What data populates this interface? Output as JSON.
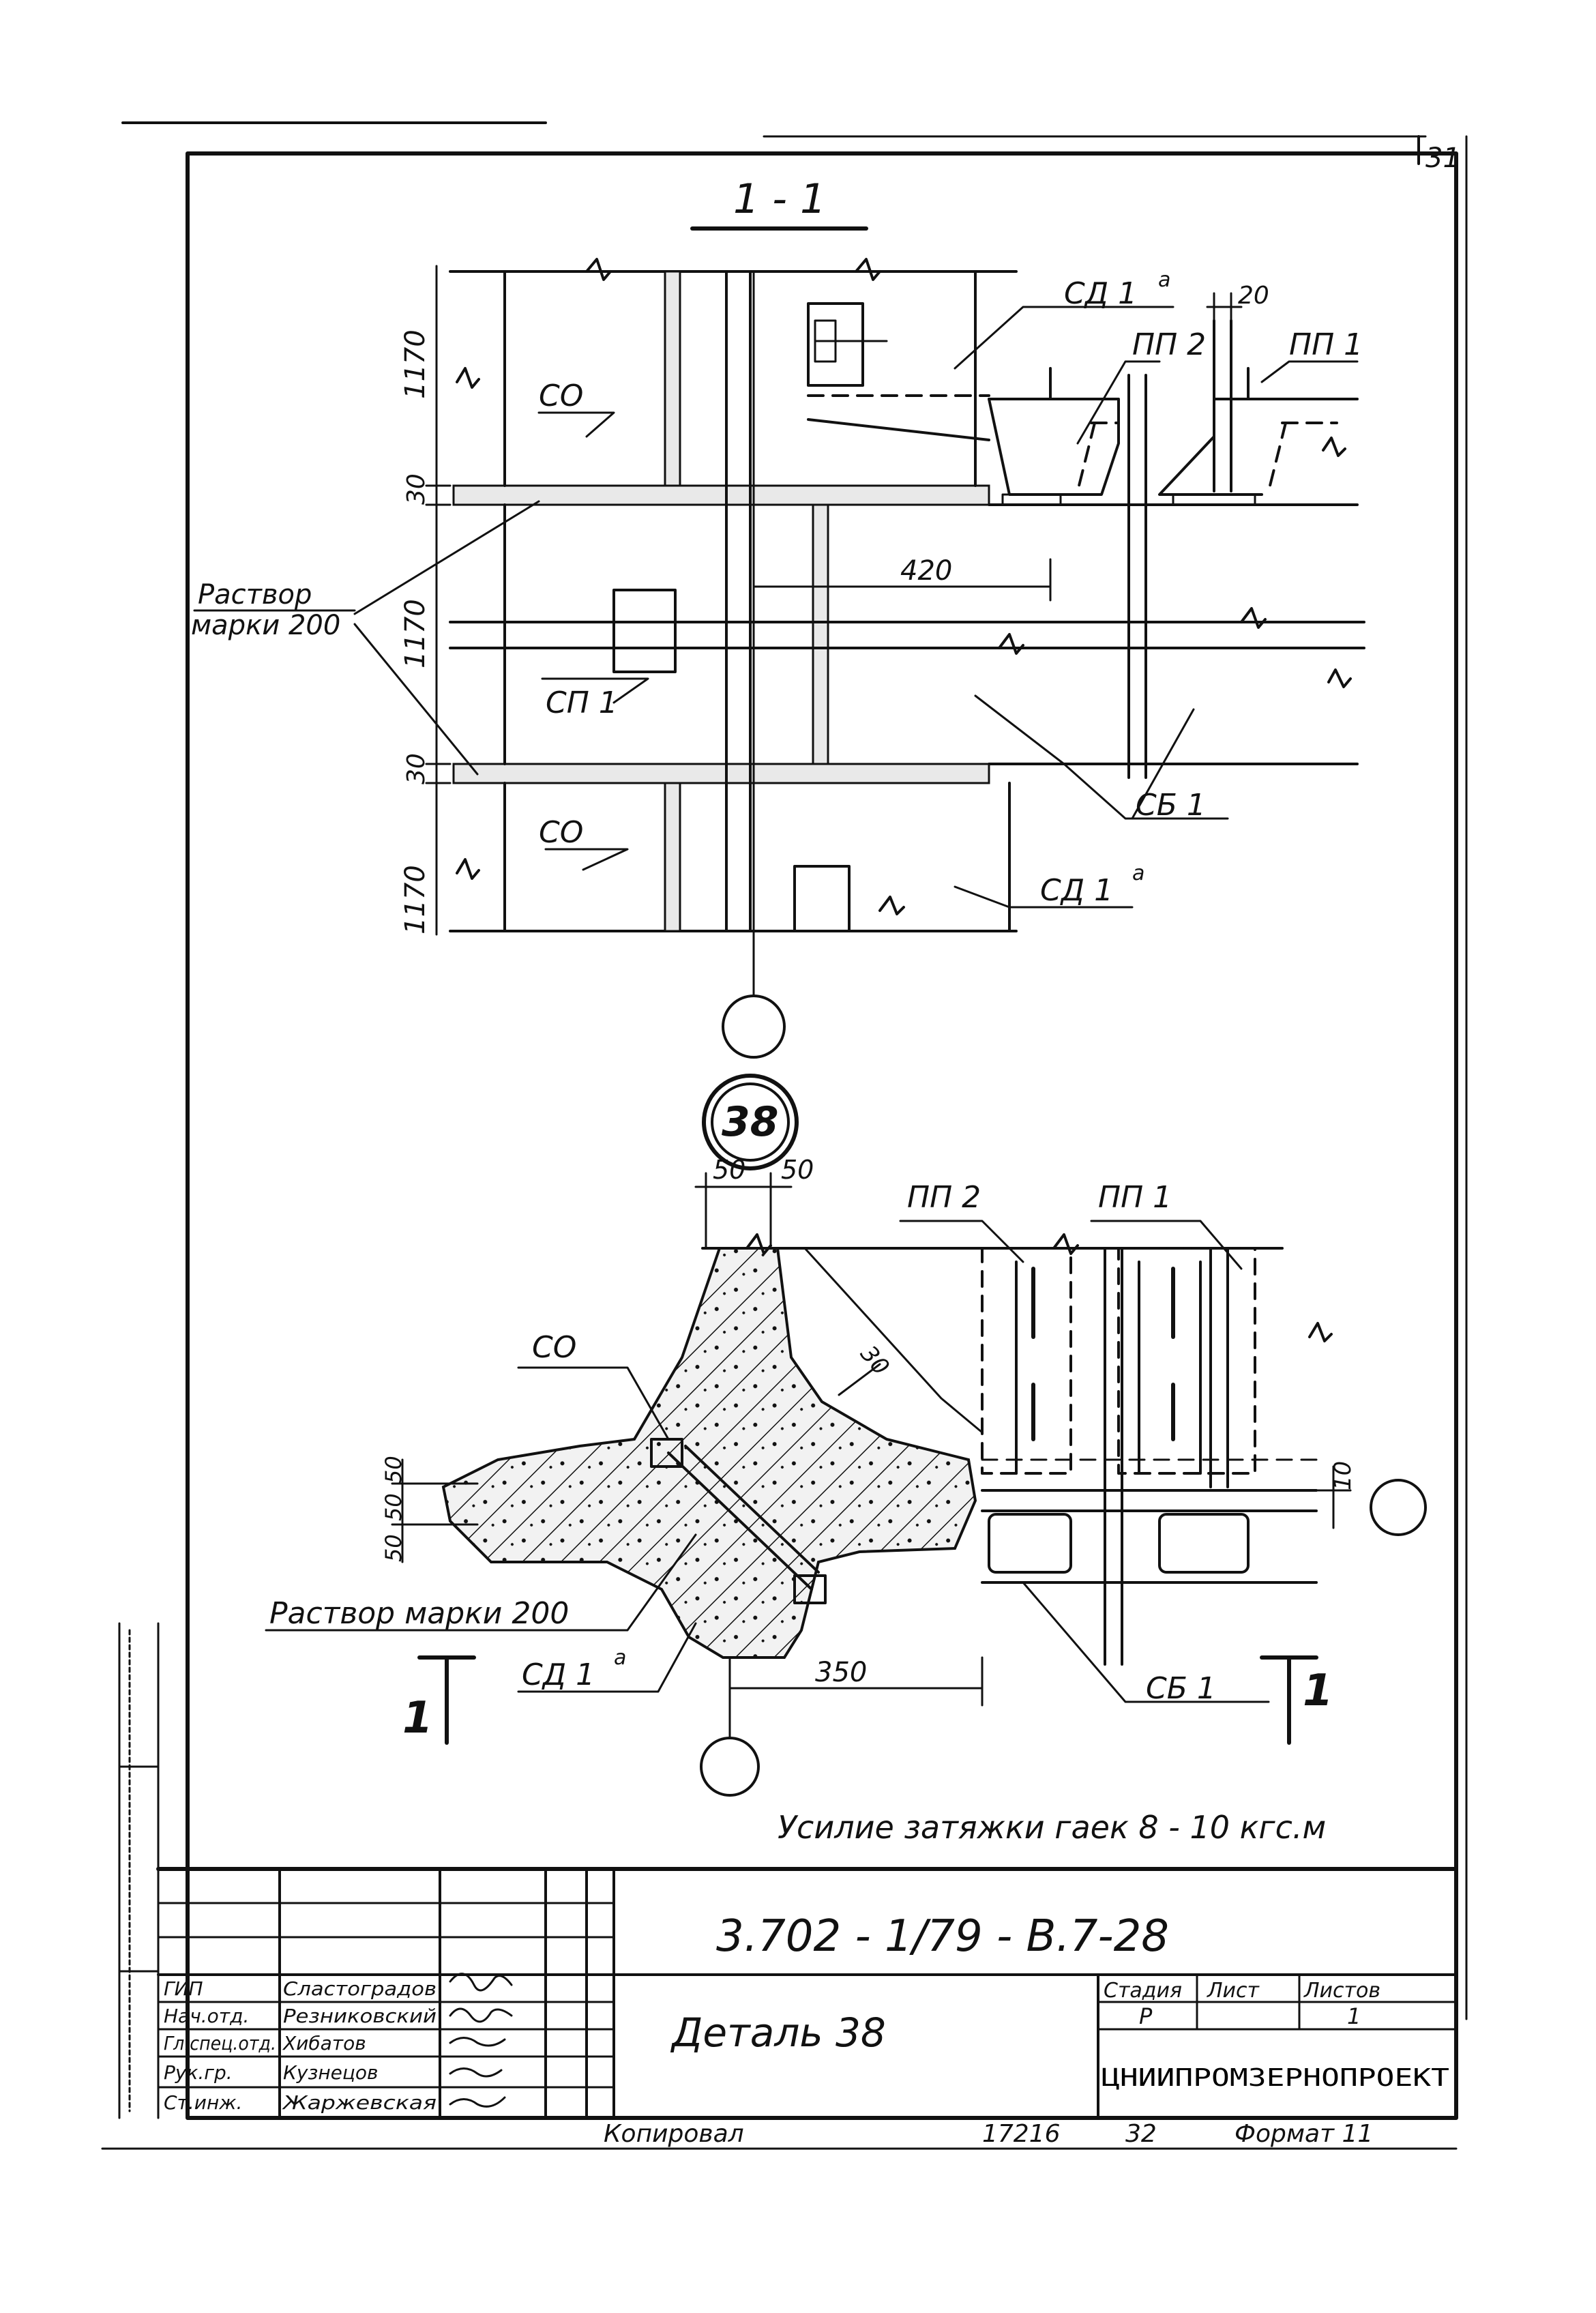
{
  "page_number": "31",
  "section_title": "1 - 1",
  "detail_number": "38",
  "labels": {
    "sd1a_top": "СД 1",
    "sd1a_top_sup": "а",
    "pp2_top": "ПП 2",
    "pp1_top": "ПП 1",
    "dim_20": "20",
    "co_top": "СО",
    "mortar_label_line1": "Раствор",
    "mortar_label_line2": "марки 200",
    "dim_420": "420",
    "sp1": "СП 1",
    "sb1_top": "СБ 1",
    "co_bottom": "СО",
    "sd1a_bottom": "СД 1",
    "sd1a_bottom_sup": "а",
    "dim_1170_a": "1170",
    "dim_30_a": "30",
    "dim_1170_b": "1170",
    "dim_30_b": "30",
    "dim_1170_c": "1170",
    "det_50_left": "50",
    "det_50_right": "50",
    "det_pp2": "ПП 2",
    "det_pp1": "ПП 1",
    "det_co": "СО",
    "det_30": "30",
    "det_10": "10",
    "det_dim_50_a": "50",
    "det_dim_50_b": "50",
    "det_dim_50_c": "50",
    "det_mortar": "Раствор марки 200",
    "det_sd1a": "СД 1",
    "det_sd1a_sup": "а",
    "det_350": "350",
    "det_sb1": "СБ 1",
    "cut_left": "1",
    "cut_right": "1",
    "note": "Усилие затяжки гаек 8 - 10 кгс.м"
  },
  "title_block": {
    "doc_code": "3.702 - 1/79 - В.7-28",
    "drawing_title": "Деталь 38",
    "stage_header": "Стадия",
    "sheet_header": "Лист",
    "sheets_header": "Листов",
    "stage_value": "Р",
    "sheets_value": "1",
    "organization": "ЦНИИПРОМЗЕРНОПРОЕКТ",
    "signatures": [
      {
        "role": "ГИП",
        "name": "Сластоградов"
      },
      {
        "role": "Нач.отд.",
        "name": "Резниковский"
      },
      {
        "role": "Гл.спец.отд.",
        "name": "Хибатов"
      },
      {
        "role": "Рук.гр.",
        "name": "Кузнецов"
      },
      {
        "role": "Ст.инж.",
        "name": "Жаржевская"
      }
    ]
  },
  "footer": {
    "copied": "Копировал",
    "order": "17216",
    "sheet": "32",
    "format": "Формат 11"
  }
}
